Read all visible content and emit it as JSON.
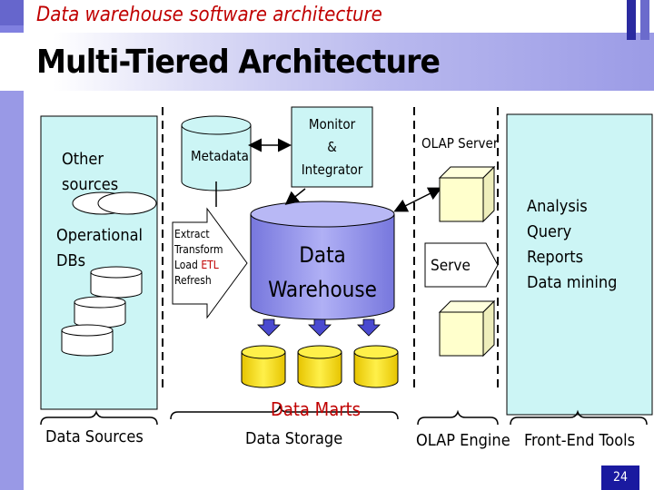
{
  "slide": {
    "subtitle": "Data warehouse software architecture",
    "title": "Multi-Tiered Architecture",
    "page_number": "24"
  },
  "diagram": {
    "sources": {
      "other": [
        "Other",
        "sources"
      ],
      "operational": [
        "Operational",
        "DBs"
      ]
    },
    "metadata": "Metadata",
    "monitor": [
      "Monitor",
      "&",
      "Integrator"
    ],
    "etl": {
      "extract": "Extract",
      "transform": "Transform",
      "load": "Load",
      "etl": "ETL",
      "refresh": "Refresh"
    },
    "warehouse": [
      "Data",
      "Warehouse"
    ],
    "data_marts": "Data Marts",
    "olap_server": "OLAP Server",
    "serve": "Serve",
    "frontend": [
      "Analysis",
      "Query",
      "Reports",
      "Data mining"
    ],
    "tiers": [
      "Data Sources",
      "Data Storage",
      "OLAP Engine",
      "Front-End Tools"
    ]
  },
  "colors": {
    "accent_title": "#c00000",
    "panel": "#ccf5f5",
    "cylinder": "#9a9af0",
    "mart": "#ffe000",
    "etl_text": "#c00000",
    "cube": "#ffffcc"
  }
}
